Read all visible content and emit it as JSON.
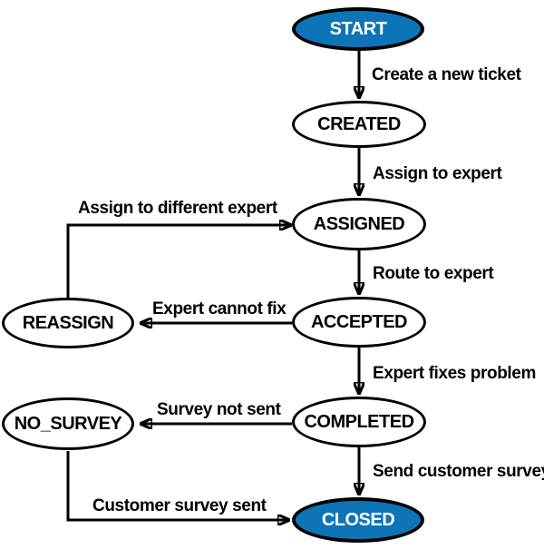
{
  "diagram": {
    "description": "Ticket lifecycle state diagram",
    "colors": {
      "terminal_fill": "#0e74b8",
      "terminal_text": "#ffffff",
      "state_fill": "#ffffff",
      "stroke": "#000000",
      "background": "#ffffff"
    },
    "nodes": {
      "start": {
        "label": "START",
        "terminal": true
      },
      "created": {
        "label": "CREATED",
        "terminal": false
      },
      "assigned": {
        "label": "ASSIGNED",
        "terminal": false
      },
      "accepted": {
        "label": "ACCEPTED",
        "terminal": false
      },
      "completed": {
        "label": "COMPLETED",
        "terminal": false
      },
      "closed": {
        "label": "CLOSED",
        "terminal": true
      },
      "reassign": {
        "label": "REASSIGN",
        "terminal": false
      },
      "no_survey": {
        "label": "NO_SURVEY",
        "terminal": false
      }
    },
    "edges": {
      "create_ticket": {
        "label": "Create a new ticket",
        "from": "START",
        "to": "CREATED"
      },
      "assign_expert": {
        "label": "Assign to expert",
        "from": "CREATED",
        "to": "ASSIGNED"
      },
      "route_expert": {
        "label": "Route to expert",
        "from": "ASSIGNED",
        "to": "ACCEPTED"
      },
      "fixes_problem": {
        "label": "Expert fixes problem",
        "from": "ACCEPTED",
        "to": "COMPLETED"
      },
      "send_survey": {
        "label": "Send customer survey",
        "from": "COMPLETED",
        "to": "CLOSED"
      },
      "cannot_fix": {
        "label": "Expert cannot fix",
        "from": "ACCEPTED",
        "to": "REASSIGN"
      },
      "assign_different": {
        "label": "Assign to different expert",
        "from": "REASSIGN",
        "to": "ASSIGNED"
      },
      "survey_not_sent": {
        "label": "Survey not sent",
        "from": "COMPLETED",
        "to": "NO_SURVEY"
      },
      "survey_sent": {
        "label": "Customer survey sent",
        "from": "NO_SURVEY",
        "to": "CLOSED"
      }
    }
  }
}
